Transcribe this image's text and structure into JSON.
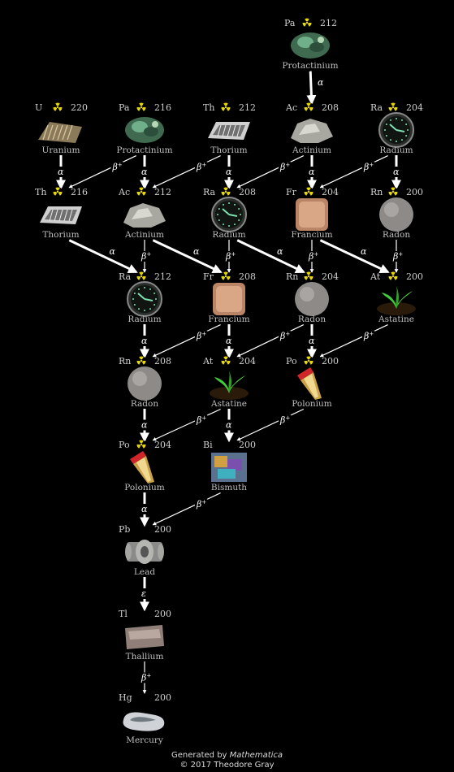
{
  "nodes": [
    {
      "id": "pa212",
      "symbol": "Pa",
      "mass": "212",
      "name": "Protactinium",
      "radioactive": true,
      "image": "protactinium-crystal-icon"
    },
    {
      "id": "u220",
      "symbol": "U",
      "mass": "220",
      "name": "Uranium",
      "radioactive": true,
      "image": "uranium-metal-icon"
    },
    {
      "id": "pa216",
      "symbol": "Pa",
      "mass": "216",
      "name": "Protactinium",
      "radioactive": true,
      "image": "protactinium-crystal-icon"
    },
    {
      "id": "th212",
      "symbol": "Th",
      "mass": "212",
      "name": "Thorium",
      "radioactive": true,
      "image": "thorium-mantle-icon"
    },
    {
      "id": "ac208",
      "symbol": "Ac",
      "mass": "208",
      "name": "Actinium",
      "radioactive": true,
      "image": "actinium-rock-icon"
    },
    {
      "id": "ra204",
      "symbol": "Ra",
      "mass": "204",
      "name": "Radium",
      "radioactive": true,
      "image": "radium-clock-icon"
    },
    {
      "id": "th216",
      "symbol": "Th",
      "mass": "216",
      "name": "Thorium",
      "radioactive": true,
      "image": "thorium-mantle-icon"
    },
    {
      "id": "ac212",
      "symbol": "Ac",
      "mass": "212",
      "name": "Actinium",
      "radioactive": true,
      "image": "actinium-rock-icon"
    },
    {
      "id": "ra208",
      "symbol": "Ra",
      "mass": "208",
      "name": "Radium",
      "radioactive": true,
      "image": "radium-clock-icon"
    },
    {
      "id": "fr204",
      "symbol": "Fr",
      "mass": "204",
      "name": "Francium",
      "radioactive": true,
      "image": "francium-block-icon"
    },
    {
      "id": "rn200",
      "symbol": "Rn",
      "mass": "200",
      "name": "Radon",
      "radioactive": true,
      "image": "radon-sphere-icon"
    },
    {
      "id": "ra212",
      "symbol": "Ra",
      "mass": "212",
      "name": "Radium",
      "radioactive": true,
      "image": "radium-clock-icon"
    },
    {
      "id": "fr208",
      "symbol": "Fr",
      "mass": "208",
      "name": "Francium",
      "radioactive": true,
      "image": "francium-block-icon"
    },
    {
      "id": "rn204",
      "symbol": "Rn",
      "mass": "204",
      "name": "Radon",
      "radioactive": true,
      "image": "radon-sphere-icon"
    },
    {
      "id": "at200",
      "symbol": "At",
      "mass": "200",
      "name": "Astatine",
      "radioactive": true,
      "image": "astatine-plant-icon"
    },
    {
      "id": "rn208",
      "symbol": "Rn",
      "mass": "208",
      "name": "Radon",
      "radioactive": true,
      "image": "radon-sphere-icon"
    },
    {
      "id": "at204",
      "symbol": "At",
      "mass": "204",
      "name": "Astatine",
      "radioactive": true,
      "image": "astatine-plant-icon"
    },
    {
      "id": "po200",
      "symbol": "Po",
      "mass": "200",
      "name": "Polonium",
      "radioactive": true,
      "image": "polonium-brush-icon"
    },
    {
      "id": "po204",
      "symbol": "Po",
      "mass": "204",
      "name": "Polonium",
      "radioactive": true,
      "image": "polonium-brush-icon"
    },
    {
      "id": "bi200",
      "symbol": "Bi",
      "mass": "200",
      "name": "Bismuth",
      "radioactive": false,
      "image": "bismuth-crystal-icon"
    },
    {
      "id": "pb200",
      "symbol": "Pb",
      "mass": "200",
      "name": "Lead",
      "radioactive": false,
      "image": "lead-fitting-icon"
    },
    {
      "id": "tl200",
      "symbol": "Tl",
      "mass": "200",
      "name": "Thallium",
      "radioactive": false,
      "image": "thallium-bar-icon"
    },
    {
      "id": "hg200",
      "symbol": "Hg",
      "mass": "200",
      "name": "Mercury",
      "radioactive": false,
      "image": "mercury-drop-icon"
    }
  ],
  "edges": [
    {
      "from": "pa212",
      "to": "ac208",
      "label": "α"
    },
    {
      "from": "u220",
      "to": "th216",
      "label": "α"
    },
    {
      "from": "pa216",
      "to": "th216",
      "label": "β+"
    },
    {
      "from": "pa216",
      "to": "ac212",
      "label": "α"
    },
    {
      "from": "th212",
      "to": "ac212",
      "label": "β+"
    },
    {
      "from": "th212",
      "to": "ra208",
      "label": "α"
    },
    {
      "from": "ac208",
      "to": "ra208",
      "label": "β+"
    },
    {
      "from": "ac208",
      "to": "fr204",
      "label": "α"
    },
    {
      "from": "ra204",
      "to": "fr204",
      "label": "β+"
    },
    {
      "from": "ra204",
      "to": "rn200",
      "label": "α"
    },
    {
      "from": "th216",
      "to": "ra212",
      "label": "α"
    },
    {
      "from": "ac212",
      "to": "ra212",
      "label": "β+"
    },
    {
      "from": "ac212",
      "to": "fr208",
      "label": "α"
    },
    {
      "from": "ra208",
      "to": "fr208",
      "label": "β+"
    },
    {
      "from": "ra208",
      "to": "rn204",
      "label": "α"
    },
    {
      "from": "fr204",
      "to": "rn204",
      "label": "β+"
    },
    {
      "from": "fr204",
      "to": "at200",
      "label": "α"
    },
    {
      "from": "rn200",
      "to": "at200",
      "label": "β+"
    },
    {
      "from": "ra212",
      "to": "rn208",
      "label": "α"
    },
    {
      "from": "fr208",
      "to": "rn208",
      "label": "β+"
    },
    {
      "from": "fr208",
      "to": "at204",
      "label": "α"
    },
    {
      "from": "rn204",
      "to": "at204",
      "label": "β+"
    },
    {
      "from": "rn204",
      "to": "po200",
      "label": "α"
    },
    {
      "from": "at200",
      "to": "po200",
      "label": "β+"
    },
    {
      "from": "rn208",
      "to": "po204",
      "label": "α"
    },
    {
      "from": "at204",
      "to": "po204",
      "label": "β+"
    },
    {
      "from": "at204",
      "to": "bi200",
      "label": "α"
    },
    {
      "from": "po200",
      "to": "bi200",
      "label": "β+"
    },
    {
      "from": "po204",
      "to": "pb200",
      "label": "α"
    },
    {
      "from": "bi200",
      "to": "pb200",
      "label": "β+"
    },
    {
      "from": "pb200",
      "to": "tl200",
      "label": "ε"
    },
    {
      "from": "tl200",
      "to": "hg200",
      "label": "β+"
    }
  ],
  "footer": {
    "generated_by": "Generated by",
    "tool": "Mathematica",
    "copyright": "© 2017 Theodore Gray"
  },
  "colors": {
    "background": "#000000",
    "text": "#cfcfcf",
    "arrow": "#ffffff",
    "radiation_symbol": "#e6d800"
  }
}
